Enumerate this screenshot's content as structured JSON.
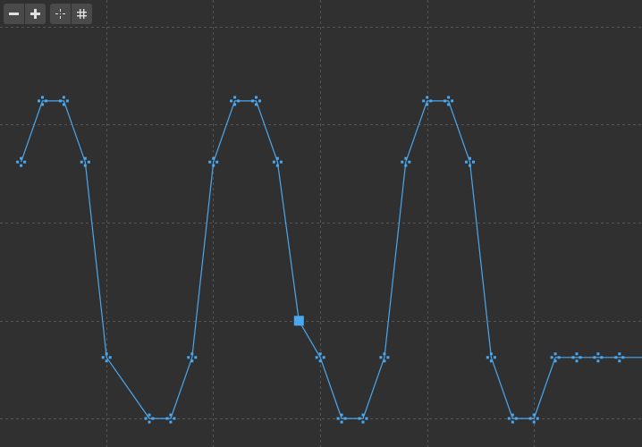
{
  "toolbar": {
    "zoom_buttons": [
      {
        "name": "zoom-out-button",
        "icon": "minus-icon"
      },
      {
        "name": "zoom-in-button",
        "icon": "plus-icon"
      }
    ],
    "view_buttons": [
      {
        "name": "focus-button",
        "icon": "crosshair-icon"
      },
      {
        "name": "snap-grid-button",
        "icon": "grid-icon"
      }
    ]
  },
  "colors": {
    "background": "#303030",
    "grid": "#555555",
    "curve": "#4aa8f0",
    "button": "#4a4a4a",
    "icon": "#e0e0e0"
  },
  "chart_data": {
    "type": "line",
    "grid": true,
    "x": [
      0,
      1,
      2,
      3,
      4,
      6,
      7,
      8,
      9,
      10,
      11,
      12,
      13,
      14,
      15,
      16,
      17,
      18,
      19,
      20,
      21,
      22,
      23,
      24,
      25,
      26,
      27,
      28,
      29
    ],
    "y": [
      0.5,
      1.0,
      1.0,
      0.5,
      -1.1,
      -1.6,
      -1.6,
      -1.1,
      0.5,
      1.0,
      1.0,
      0.5,
      -0.8,
      -1.1,
      -1.6,
      -1.6,
      -1.1,
      0.5,
      1.0,
      1.0,
      0.5,
      -1.1,
      -1.6,
      -1.6,
      -1.1,
      -1.1,
      -1.1,
      -1.1,
      -1.1
    ],
    "selected_index": 12
  }
}
